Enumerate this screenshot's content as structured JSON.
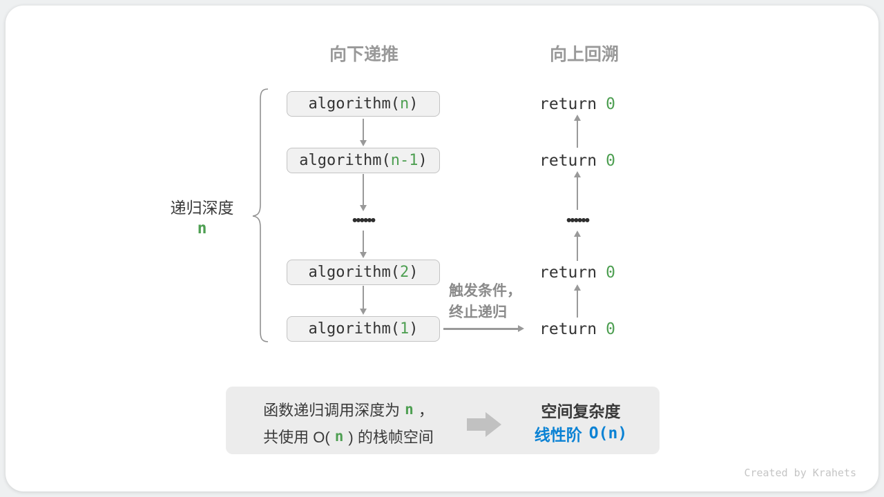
{
  "headers": {
    "recurse": "向下递推",
    "backtrack": "向上回溯"
  },
  "depth_label": {
    "text": "递归深度",
    "value": "n"
  },
  "call_stack": {
    "items": [
      {
        "pre": "algorithm(",
        "arg": "n",
        "post": ")"
      },
      {
        "pre": "algorithm(",
        "arg": "n-1",
        "post": ")"
      },
      {
        "pre": "algorithm(",
        "arg": "2",
        "post": ")"
      },
      {
        "pre": "algorithm(",
        "arg": "1",
        "post": ")"
      }
    ],
    "ellipsis": "••••••"
  },
  "returns": {
    "keyword": "return",
    "value": "0",
    "ellipsis": "••••••"
  },
  "termination_note": {
    "line1": "触发条件，",
    "line2": "终止递归"
  },
  "summary": {
    "line1_pre": "函数递归调用深度为",
    "line1_arg": "n",
    "line1_post": "，",
    "line2_pre": "共使用 O(",
    "line2_arg": "n",
    "line2_post": ") 的栈帧空间",
    "result_title": "空间复杂度",
    "result_label": "线性阶",
    "result_value": "O(n)"
  },
  "footer": {
    "credit": "Created by Krahets"
  },
  "colors": {
    "green": "#4E9F52",
    "blue": "#0B82D4",
    "arrow_gray": "#999999",
    "box_bg": "#f1f1f1",
    "box_border": "#c3c3c3",
    "panel_bg": "#ececec"
  }
}
